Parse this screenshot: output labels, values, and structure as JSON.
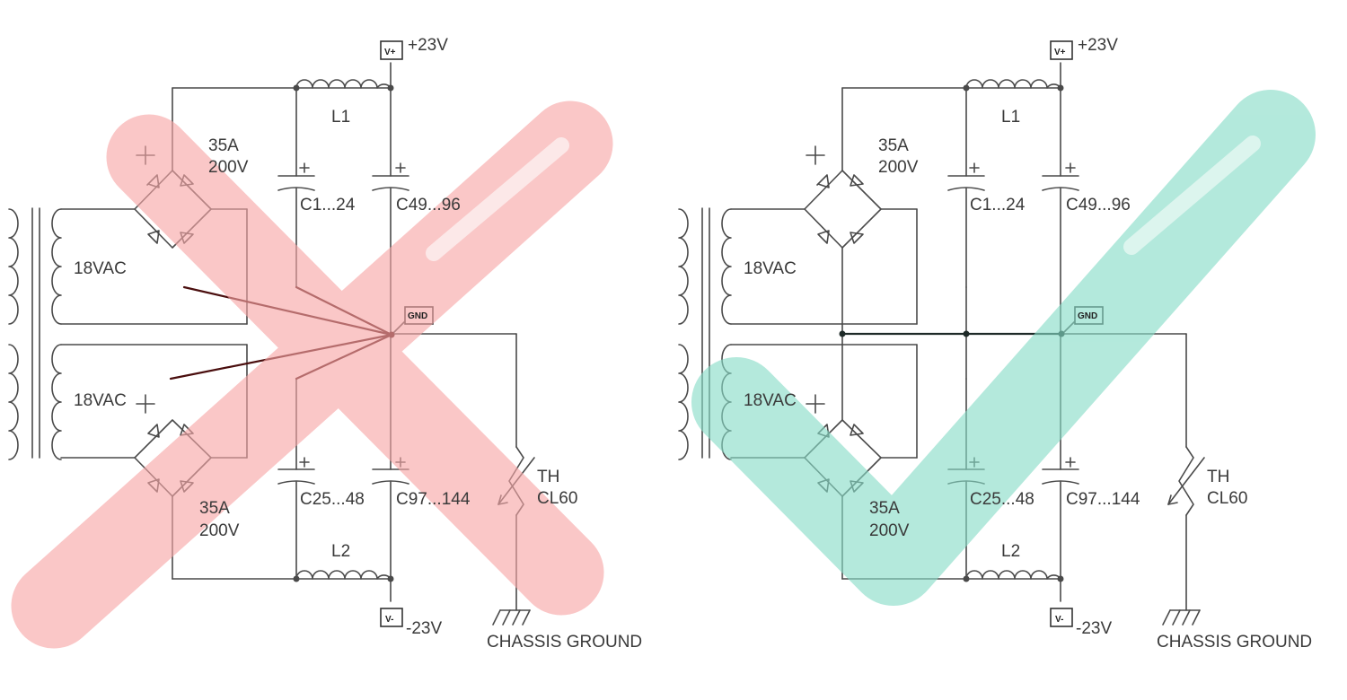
{
  "colors": {
    "wrong_mark": "#f7a6a6",
    "right_mark": "#86dcc7",
    "wire": "#4a4a4a"
  },
  "left": {
    "verdict_icon": "cross-mark-icon",
    "vplus_tag": "V+",
    "vplus_label": "+23V",
    "vminus_tag": "V-",
    "vminus_label": "-23V",
    "inductor_top": "L1",
    "inductor_bottom": "L2",
    "cap_top_left": "C1...24",
    "cap_top_right": "C49...96",
    "cap_bottom_left": "C25...48",
    "cap_bottom_right": "C97...144",
    "bridge_top_current": "35A",
    "bridge_top_voltage": "200V",
    "bridge_bottom_current": "35A",
    "bridge_bottom_voltage": "200V",
    "winding_top": "18VAC",
    "winding_bottom": "18VAC",
    "plus_sign": "+",
    "gnd_tag": "GND",
    "thermistor_ref": "TH",
    "thermistor_value": "CL60",
    "chassis_label": "CHASSIS GROUND"
  },
  "right": {
    "verdict_icon": "check-mark-icon",
    "vplus_tag": "V+",
    "vplus_label": "+23V",
    "vminus_tag": "V-",
    "vminus_label": "-23V",
    "inductor_top": "L1",
    "inductor_bottom": "L2",
    "cap_top_left": "C1...24",
    "cap_top_right": "C49...96",
    "cap_bottom_left": "C25...48",
    "cap_bottom_right": "C97...144",
    "bridge_top_current": "35A",
    "bridge_top_voltage": "200V",
    "bridge_bottom_current": "35A",
    "bridge_bottom_voltage": "200V",
    "winding_top": "18VAC",
    "winding_bottom": "18VAC",
    "plus_sign": "+",
    "gnd_tag": "GND",
    "thermistor_ref": "TH",
    "thermistor_value": "CL60",
    "chassis_label": "CHASSIS GROUND"
  }
}
